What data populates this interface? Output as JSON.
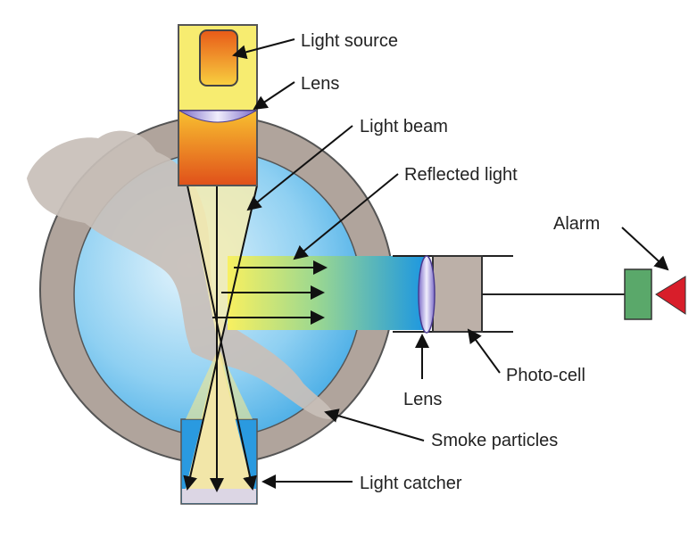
{
  "title": "Photoelectric smoke detector",
  "labels": {
    "light_source": "Light source",
    "lens_top": "Lens",
    "light_beam": "Light beam",
    "reflected_light": "Reflected light",
    "alarm": "Alarm",
    "photo_cell": "Photo-cell",
    "lens_side": "Lens",
    "smoke_particles": "Smoke particles",
    "light_catcher": "Light catcher"
  },
  "colors": {
    "chamber_ring": "#b0a49c",
    "chamber_inner": "#6cc0ec",
    "source_orange": "#e8641c",
    "source_yellow": "#f7e86a",
    "alarm_box": "#5aa86a",
    "alarm_triangle": "#d81e2a"
  }
}
